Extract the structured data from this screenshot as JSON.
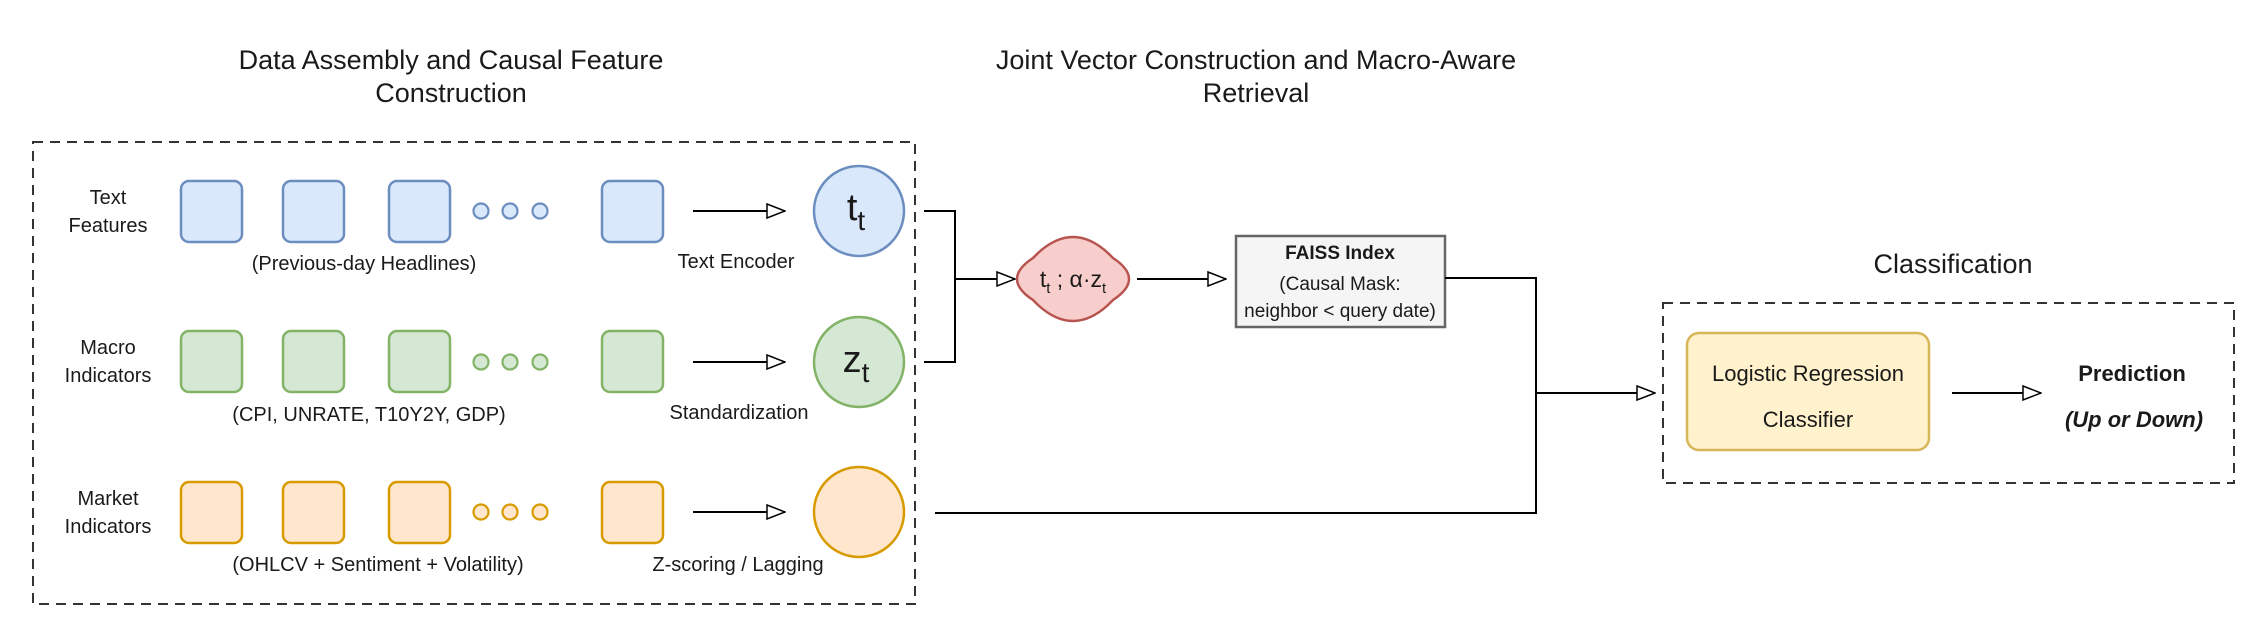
{
  "sections": {
    "data_assembly": {
      "title_line1": "Data Assembly and Causal Feature",
      "title_line2": "Construction"
    },
    "retrieval": {
      "title_line1": "Joint Vector Construction and Macro-Aware",
      "title_line2": "Retrieval"
    },
    "classification": {
      "title": "Classification"
    }
  },
  "rows": {
    "text": {
      "label_line1": "Text",
      "label_line2": "Features",
      "caption": "(Previous-day Headlines)",
      "transform": "Text Encoder",
      "symbol_base": "t",
      "symbol_sub": "t",
      "fill": "#dae8fc",
      "stroke": "#6c8ebf"
    },
    "macro": {
      "label_line1": "Macro",
      "label_line2": "Indicators",
      "caption": "(CPI, UNRATE, T10Y2Y, GDP)",
      "transform": "Standardization",
      "symbol_base": "z",
      "symbol_sub": "t",
      "fill": "#d5e8d4",
      "stroke": "#82b366"
    },
    "market": {
      "label_line1": "Market",
      "label_line2": "Indicators",
      "caption": "(OHLCV + Sentiment + Volatility)",
      "transform": "Z-scoring / Lagging",
      "fill": "#ffe6cc",
      "stroke": "#d79b00"
    }
  },
  "joint_vector": {
    "a": "t",
    "a_sub": "t",
    "sep": " ; α·z",
    "b_sub": "t",
    "fill": "#f8cecc",
    "stroke": "#b85450"
  },
  "faiss": {
    "title": "FAISS Index",
    "line2": "(Causal Mask:",
    "line3": "neighbor < query date)",
    "fill": "#f5f5f5",
    "stroke": "#666666"
  },
  "classifier": {
    "line1": "Logistic Regression",
    "line2": "Classifier",
    "fill": "#fff2cc",
    "stroke": "#d6b656"
  },
  "prediction": {
    "title": "Prediction",
    "subtitle": "(Up or Down)"
  }
}
